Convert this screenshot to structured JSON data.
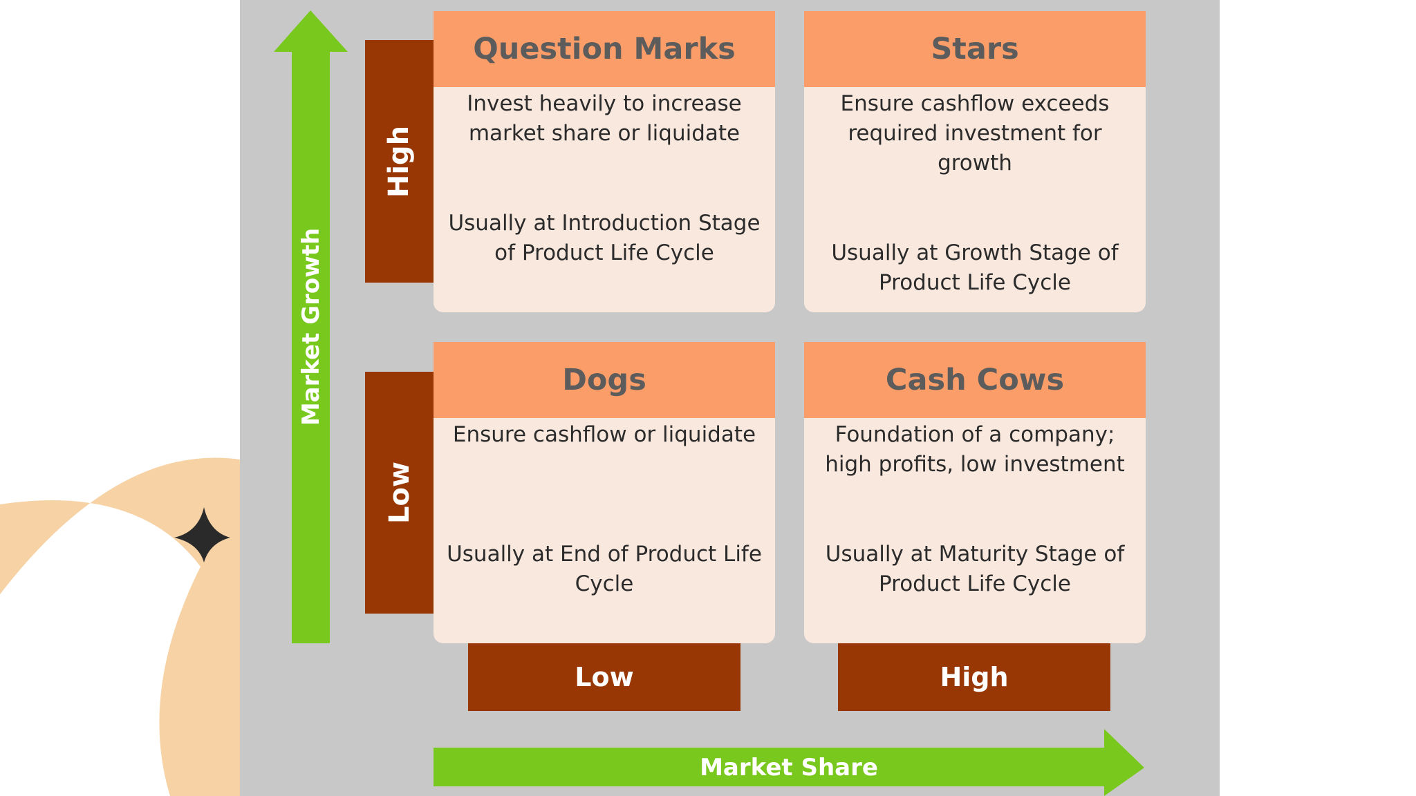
{
  "matrix": {
    "y_axis_label": "Market Growth",
    "x_axis_label": "Market Share",
    "row_labels": {
      "high": "High",
      "low": "Low"
    },
    "col_labels": {
      "low": "Low",
      "high": "High"
    },
    "quadrants": {
      "question_marks": {
        "title": "Question Marks",
        "strategy": "Invest heavily to increase market share or liquidate",
        "stage": "Usually at Introduction Stage of Product Life Cycle"
      },
      "stars": {
        "title": "Stars",
        "strategy": "Ensure cashflow exceeds required investment for growth",
        "stage": "Usually at Growth Stage of Product Life Cycle"
      },
      "dogs": {
        "title": "Dogs",
        "strategy": "Ensure cashflow or liquidate",
        "stage": "Usually at End of Product Life Cycle"
      },
      "cash_cows": {
        "title": "Cash Cows",
        "strategy": "Foundation of a company; high profits, low investment",
        "stage": "Usually at Maturity Stage of Product Life Cycle"
      }
    }
  },
  "colors": {
    "panel": "#c8c8c8",
    "header": "#fa9d69",
    "card": "#f9e8de",
    "label_box": "#983604",
    "arrow": "#79c81e",
    "decor_shape": "#f6d2a4",
    "sparkle": "#2a2a2a"
  },
  "icons": {
    "decor": "sparkle-icon"
  }
}
